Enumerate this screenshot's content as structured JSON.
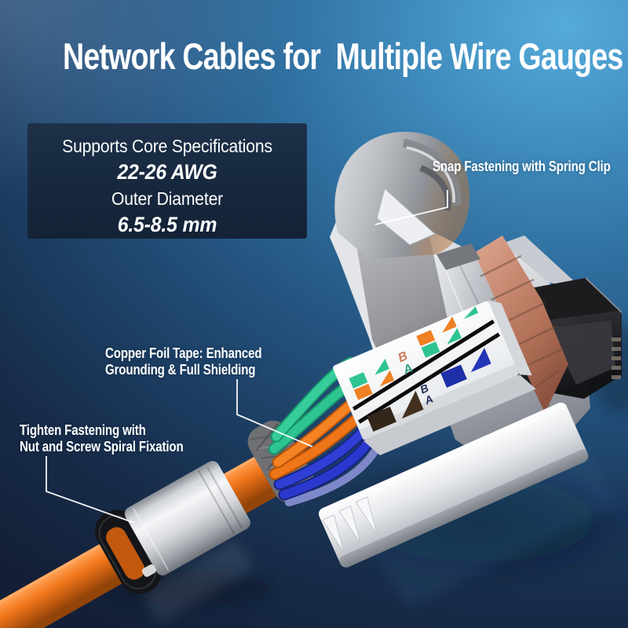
{
  "title": "Network Cables for  Multiple Wire Gauges",
  "spec_box": {
    "line1": "Supports Core Specifications",
    "awg": "22-26 AWG",
    "line3": "Outer Diameter",
    "diameter": "6.5-8.5 mm"
  },
  "callouts": {
    "snap_fastening": "Snap Fastening with Spring Clip",
    "copper_foil_line1": "Copper Foil Tape: Enhanced",
    "copper_foil_line2": "Grounding & Full Shielding",
    "tighten_line1": "Tighten Fastening with",
    "tighten_line2": "Nut and Screw Spiral Fixation"
  },
  "wiring_label": {
    "row_b": "B",
    "row_a": "A"
  },
  "colors": {
    "background_top_right": "#55abdb",
    "background_bottom_left": "#131f37",
    "spec_box_bg": "#16273d",
    "text": "#ffffff",
    "cable_orange": "#f0761a",
    "wire_green": "#2ec492",
    "wire_orange": "#ef7519",
    "wire_blue": "#2b38cf",
    "chip_brown": "#35261a",
    "chip_blue": "#1e2fa8",
    "metal_silver": "#c8cbd0",
    "copper_band": "#c98a72",
    "plug_tip_black": "#141416"
  }
}
